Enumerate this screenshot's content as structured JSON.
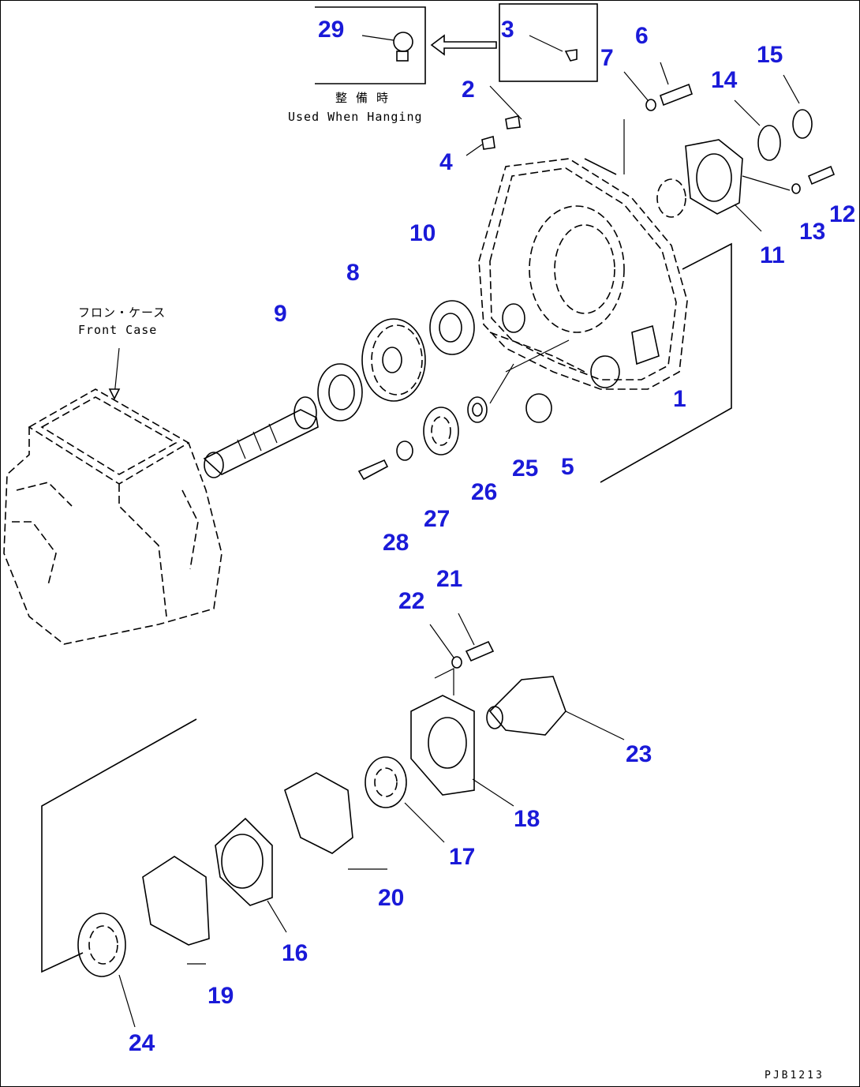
{
  "inset": {
    "eyebolt_callout": "29",
    "plug_callout": "3",
    "jp_caption": "整 備 時",
    "en_caption": "Used When Hanging"
  },
  "front_case": {
    "jp_label": "フロン・ケース",
    "en_label": "Front Case"
  },
  "callouts": {
    "c1": "1",
    "c2": "2",
    "c4": "4",
    "c5": "5",
    "c6": "6",
    "c7": "7",
    "c8": "8",
    "c9": "9",
    "c10": "10",
    "c11": "11",
    "c12": "12",
    "c13": "13",
    "c14": "14",
    "c15": "15",
    "c16": "16",
    "c17": "17",
    "c18": "18",
    "c19": "19",
    "c20": "20",
    "c21": "21",
    "c22": "22",
    "c23": "23",
    "c24": "24",
    "c25": "25",
    "c26": "26",
    "c27": "27",
    "c28": "28"
  },
  "drawing_code": "PJB1213",
  "colors": {
    "callout": "#1a1ad8",
    "line": "#000000"
  }
}
